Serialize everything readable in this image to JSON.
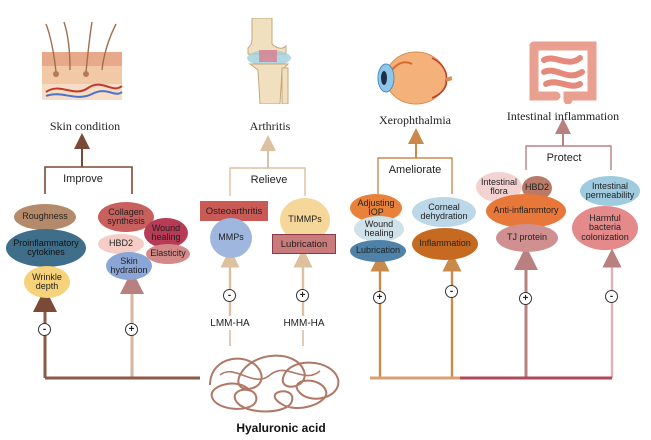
{
  "headings": {
    "skin": "Skin condition",
    "arthritis": "Arthritis",
    "xerophthalmia": "Xerophthalmia",
    "intestinal": "Intestinal inflammation"
  },
  "actions": {
    "improve": "Improve",
    "relieve": "Relieve",
    "ameliorate": "Ameliorate",
    "protect": "Protect"
  },
  "skin_items": {
    "roughness": "Roughness",
    "proinflammatory": "Proinflammatory cytokines",
    "wrinkle": "Wrinkle depth",
    "collagen": "Collagen synthesis",
    "wound": "Wound healing",
    "hbd2": "HBD2",
    "elasticity": "Elasticity",
    "hydration": "Skin hydration"
  },
  "arthritis_items": {
    "osteoarthritis": "Osteoarthritis",
    "mmps": "MMPs",
    "timmps": "TIMMPs",
    "lubrication": "Lubrication"
  },
  "eye_items": {
    "iop": "Adjusting IOP",
    "wound": "Wound healing",
    "lubrication": "Lubrication",
    "corneal": "Corneal dehydration",
    "inflammation": "Inflammation"
  },
  "gut_items": {
    "flora": "Intestinal flora",
    "hbd2": "HBD2",
    "anti": "Anti-inflammtory",
    "tj": "TJ protein",
    "permeability": "Intestinal permeability",
    "bacteria": "Harmful bacteria colonization"
  },
  "signs": {
    "minus": "-",
    "plus": "+"
  },
  "inputs": {
    "lmm": "LMM-HA",
    "hmm": "HMM-HA"
  },
  "source_label": "Hyaluronic acid",
  "colors": {
    "arrow_brown": "#8a5a44",
    "arrow_tan": "#d6b08a",
    "arrow_pink": "#c77b7b",
    "arrow_orange": "#d98a4a"
  }
}
